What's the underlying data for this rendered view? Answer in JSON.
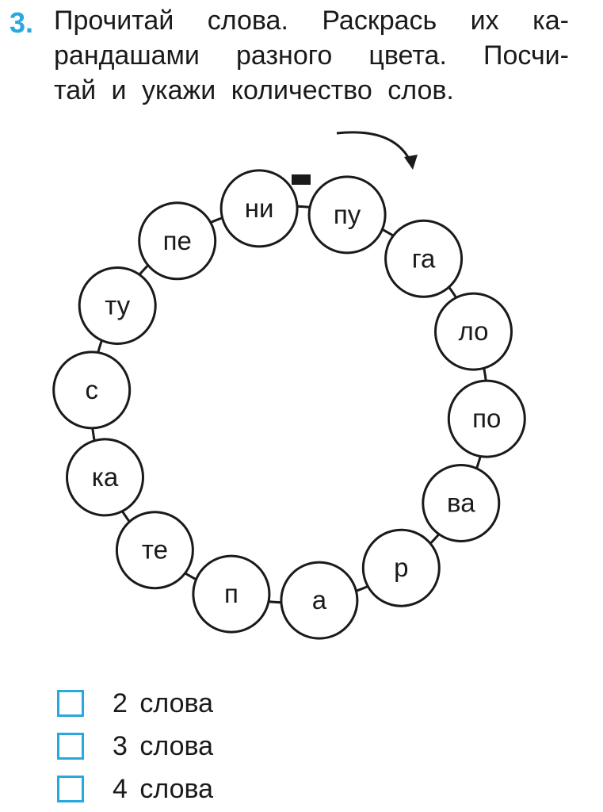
{
  "task": {
    "number": "3.",
    "lines": [
      [
        "Прочитай",
        "слова.",
        "Раскрась",
        "их",
        "ка-"
      ],
      [
        "рандашами",
        "разного",
        "цвета.",
        "Посчи-"
      ],
      [
        "тай",
        "и",
        "укажи",
        "количество",
        "слов."
      ]
    ]
  },
  "syllables": [
    "пу",
    "га",
    "ло",
    "по",
    "ва",
    "р",
    "а",
    "п",
    "те",
    "ка",
    "с",
    "ту",
    "пе",
    "ни"
  ],
  "options": [
    {
      "label": "2 слова"
    },
    {
      "label": "3 слова"
    },
    {
      "label": "4 слова"
    }
  ],
  "colors": {
    "accent": "#29a8dd",
    "ink": "#1a1a1a"
  },
  "icons": {
    "direction_arrow": "curved-arrow-clockwise-icon",
    "start_marker": "clasp-marker-icon"
  }
}
